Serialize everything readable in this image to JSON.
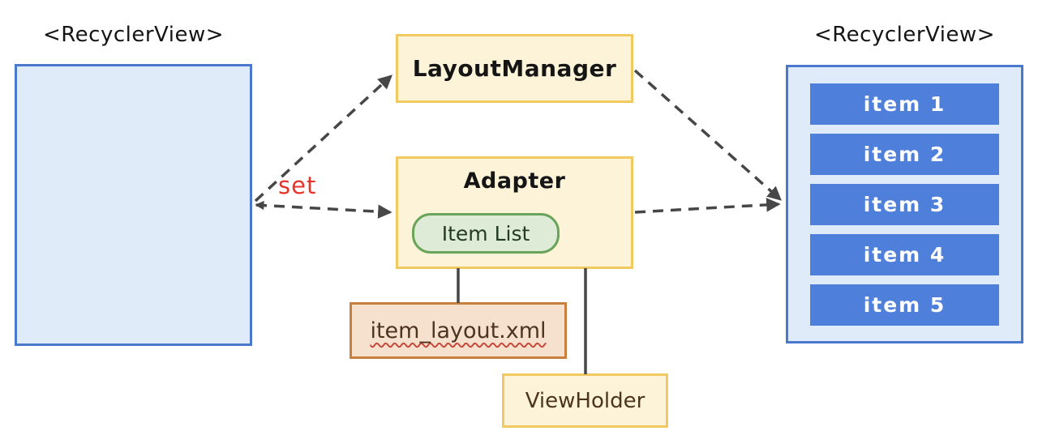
{
  "left_recycler": {
    "title": "<RecyclerView>"
  },
  "right_recycler": {
    "title": "<RecyclerView>",
    "items": [
      "item 1",
      "item 2",
      "item 3",
      "item 4",
      "item 5"
    ]
  },
  "layout_manager": {
    "label": "LayoutManager"
  },
  "adapter": {
    "label": "Adapter",
    "item_list_label": "Item List"
  },
  "item_layout": {
    "label": "item_layout.xml"
  },
  "view_holder": {
    "label": "ViewHolder"
  },
  "set_label": "set",
  "colors": {
    "blue-border": "#4A78CC",
    "blue-fill": "#E0EBFA",
    "bar-blue": "#4E7FDB",
    "yellow-border": "#F0C961",
    "yellow-fill": "#FCF3D8",
    "green-border": "#6AA45A",
    "green-fill": "#DEEBD7",
    "green-text": "#233B20",
    "orange-border": "#C97F3E",
    "orange-fill": "#F6E1CE",
    "brown-text": "#4D341F",
    "line": "#474747",
    "set-red": "#E5342B",
    "underline-red": "#C84A3C"
  }
}
